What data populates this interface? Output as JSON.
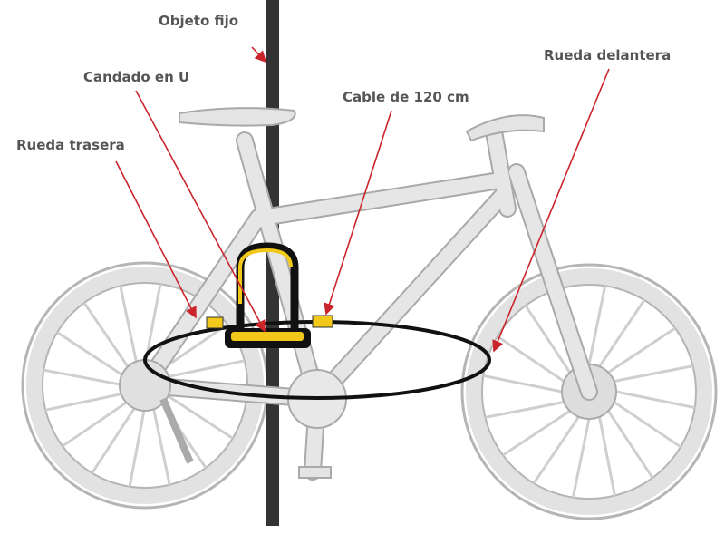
{
  "labels": {
    "fixed_object": "Objeto fijo",
    "u_lock": "Candado en U",
    "cable": "Cable de 120 cm",
    "rear_wheel": "Rueda trasera",
    "front_wheel": "Rueda delantera"
  },
  "colors": {
    "arrow": "#c9252b",
    "pole": "#333333",
    "lock_yellow": "#f2c81a",
    "cable": "#111111",
    "bike": "#e4e4e4"
  }
}
